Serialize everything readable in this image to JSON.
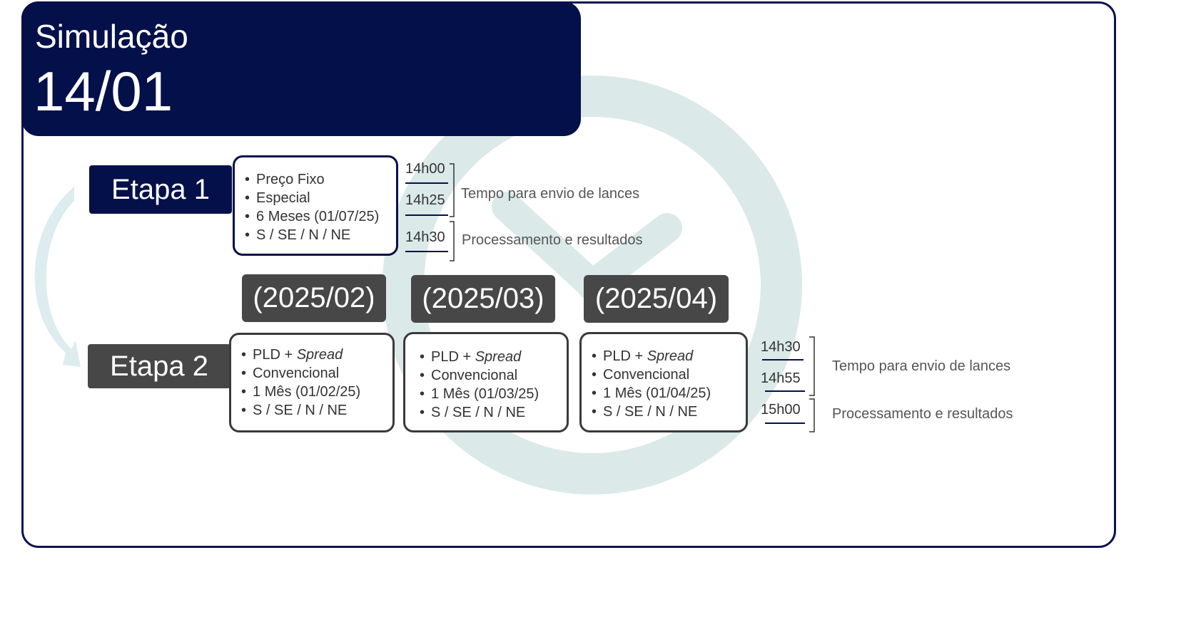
{
  "header": {
    "label": "Simulação",
    "date": "14/01"
  },
  "stage1": {
    "label": "Etapa 1",
    "items": [
      "Preço Fixo",
      "Especial",
      "6 Meses (01/07/25)",
      "S / SE / N / NE"
    ],
    "times": [
      "14h00",
      "14h25",
      "14h30"
    ],
    "bid_text": "Tempo para envio de lances",
    "processing_text": "Processamento e resultados"
  },
  "stage2": {
    "label": "Etapa 2",
    "periods": [
      {
        "label": "(2025/02)",
        "items": [
          "PLD + ",
          "Spread",
          "Convencional",
          "1 Mês (01/02/25)",
          "S / SE / N / NE"
        ]
      },
      {
        "label": "(2025/03)",
        "items": [
          "PLD + ",
          "Spread",
          "Convencional",
          "1 Mês (01/03/25)",
          "S / SE / N / NE"
        ]
      },
      {
        "label": "(2025/04)",
        "items": [
          "PLD + ",
          "Spread",
          "Convencional",
          "1 Mês (01/04/25)",
          "S / SE / N / NE"
        ]
      }
    ],
    "times": [
      "14h30",
      "14h55",
      "15h00"
    ],
    "bid_text": "Tempo para envio de lances",
    "processing_text": "Processamento e resultados"
  },
  "colors": {
    "navy": "#04104a",
    "gray": "#474747",
    "watermark": "#dbe9e9",
    "arrow": "#dcecef"
  },
  "icons": {
    "watermark": "clock-icon",
    "flow": "curved-arrow-icon"
  }
}
